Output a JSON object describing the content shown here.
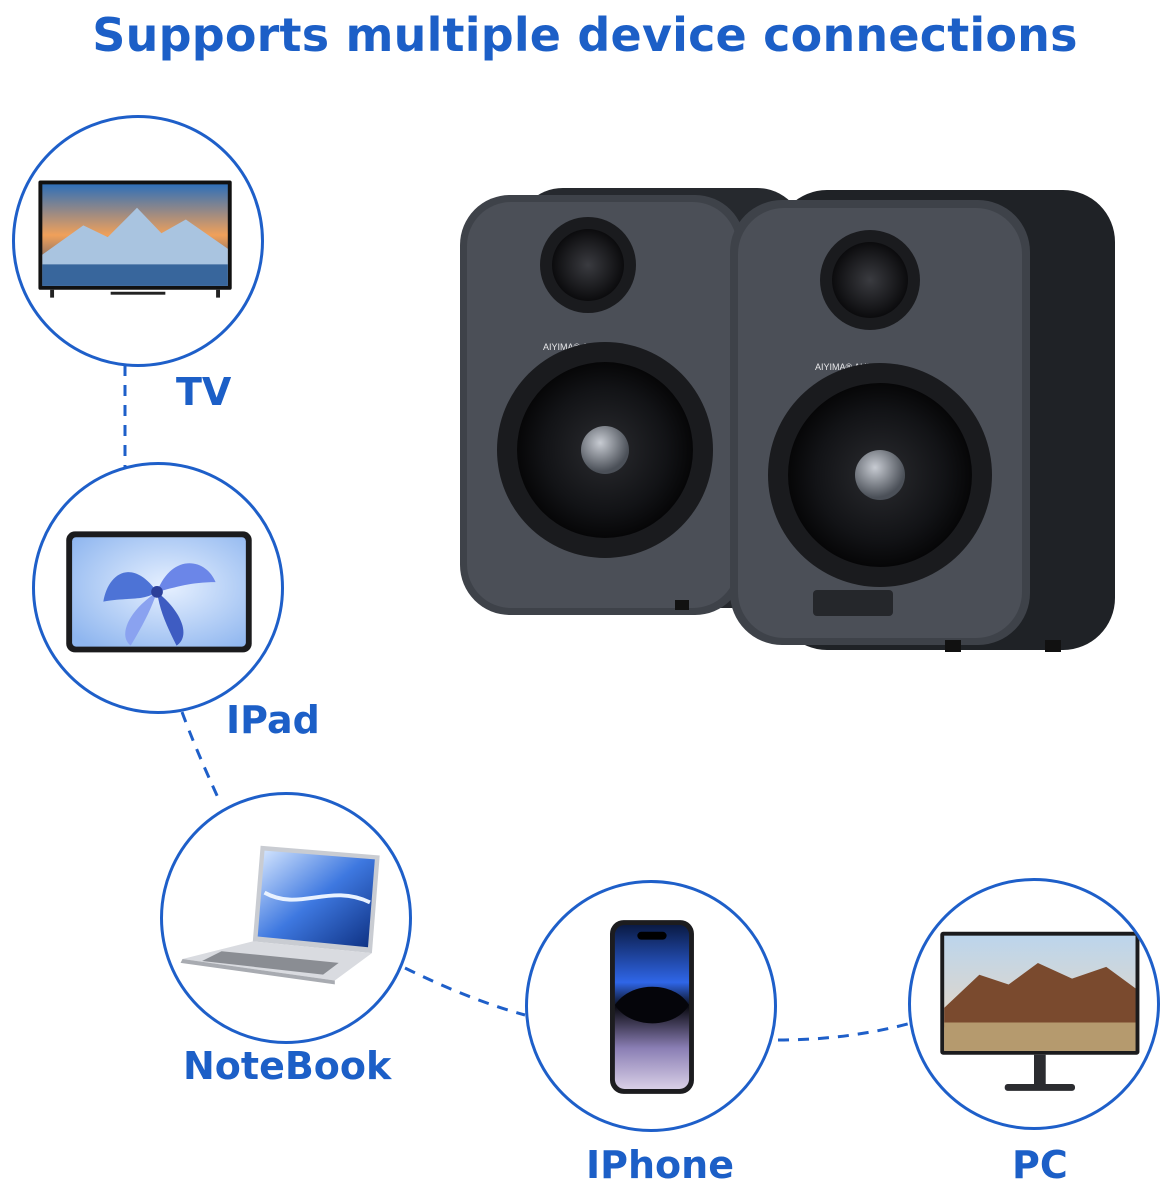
{
  "headline": "Supports multiple device connections",
  "devices": [
    {
      "id": "tv",
      "label": "TV",
      "icon": "tv-icon"
    },
    {
      "id": "ipad",
      "label": "IPad",
      "icon": "tablet-icon"
    },
    {
      "id": "notebook",
      "label": "NoteBook",
      "icon": "laptop-icon"
    },
    {
      "id": "iphone",
      "label": "IPhone",
      "icon": "phone-icon"
    },
    {
      "id": "pc",
      "label": "PC",
      "icon": "monitor-icon"
    }
  ],
  "speaker_brand": {
    "name": "AIYIMA",
    "suffix": "AUDIO"
  },
  "colors": {
    "accent": "#1c5fc7",
    "speaker_body": "#2a2d33",
    "speaker_face": "#4b4f57"
  }
}
